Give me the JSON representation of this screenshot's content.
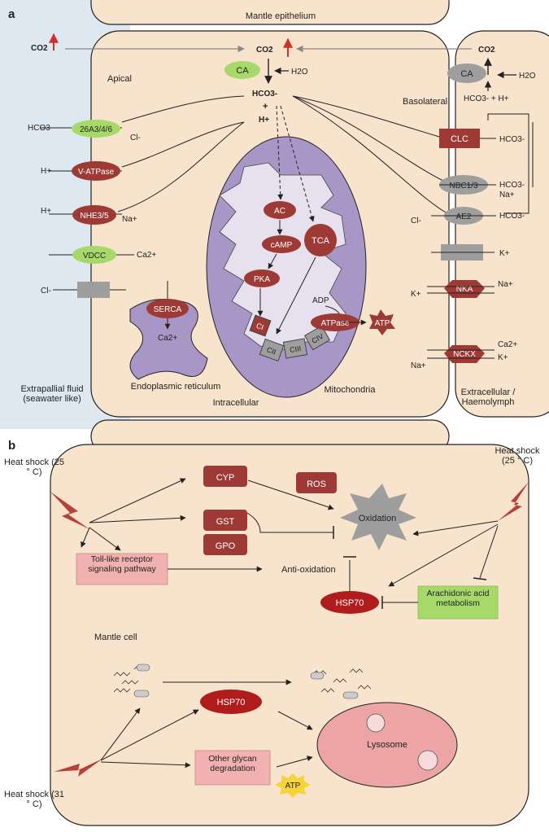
{
  "panel_a": {
    "label": "a",
    "top_label": "Mantle epithelium",
    "co2_left": "CO2",
    "co2_center": "CO2",
    "co2_right": "CO2",
    "ca_center": "CA",
    "ca_right": "CA",
    "h2o_center": "H2O",
    "h2o_right": "H2O",
    "hco3_center": "HCO3-",
    "plus": "+",
    "h_center": "H+",
    "hco3_h_right": "HCO3- + H+",
    "apical": "Apical",
    "basolateral": "Basolateral",
    "left_transporters": [
      {
        "name": "26A3/4/6",
        "in": "HCO3-",
        "out": "Cl-",
        "color": "#a6d96a"
      },
      {
        "name": "V-ATPase",
        "in": "H+",
        "color": "#9e3a36"
      },
      {
        "name": "NHE3/5",
        "in": "H+",
        "out": "Na+",
        "color": "#9e3a36"
      },
      {
        "name": "VDCC",
        "out": "Ca2+",
        "color": "#a6d96a"
      },
      {
        "name": "",
        "in": "Cl-",
        "color": "#9e9e9e"
      }
    ],
    "right_transporters": [
      {
        "name": "CLC",
        "out": "HCO3-"
      },
      {
        "name": "NBC1/3",
        "out": "HCO3-",
        "out2": "Na+"
      },
      {
        "name": "AE2",
        "in": "Cl-",
        "out": "HCO3-"
      },
      {
        "name": "",
        "out": "K+"
      },
      {
        "name": "NKA",
        "in": "K+",
        "out": "Na+"
      },
      {
        "name": "NCKX",
        "in": "Na+",
        "out": "Ca2+",
        "out2": "K+"
      }
    ],
    "mito_nodes": [
      "AC",
      "cAMP",
      "PKA",
      "TCA",
      "CI",
      "CII",
      "CIII",
      "CIV",
      "ATPase",
      "ATP"
    ],
    "adp": "ADP",
    "serca": "SERCA",
    "serca_ca": "Ca2+",
    "er_label": "Endoplasmic reticulum",
    "mito_label": "Mitochondria",
    "intracellular": "Intracellular",
    "extrapallial": "Extrapallial fluid (seawater like)",
    "extracellular": "Extracellular / Haemolymph"
  },
  "panel_b": {
    "label": "b",
    "heat_left": "Heat shock (25 ° C)",
    "heat_right": "Heat shock (25 ° C)",
    "heat_bottom": "Heat shock (31 ° C)",
    "cyp": "CYP",
    "ros": "ROS",
    "gst": "GST",
    "gpo": "GPO",
    "oxidation": "Oxidation",
    "toll": "Toll-like receptor signaling pathway",
    "anti_oxidation": "Anti-oxidation",
    "hsp70_top": "HSP70",
    "arachidonic": "Arachidonic acid metabolism",
    "mantle_cell": "Mantle cell",
    "hsp70_bottom": "HSP70",
    "glycan": "Other glycan degradation",
    "atp": "ATP",
    "lysosome": "Lysosome"
  },
  "colors": {
    "cell": "#f8e3cc",
    "extrapallial": "#dde8f1",
    "mito": "#a896c7",
    "mito_inner": "#e6e0ef",
    "dark_red": "#9e3a36",
    "green": "#a6d96a",
    "gray": "#9e9e9e",
    "pink": "#f2b1b1",
    "lysosome": "#eda4a4",
    "atp_yellow": "#f7d33b"
  }
}
